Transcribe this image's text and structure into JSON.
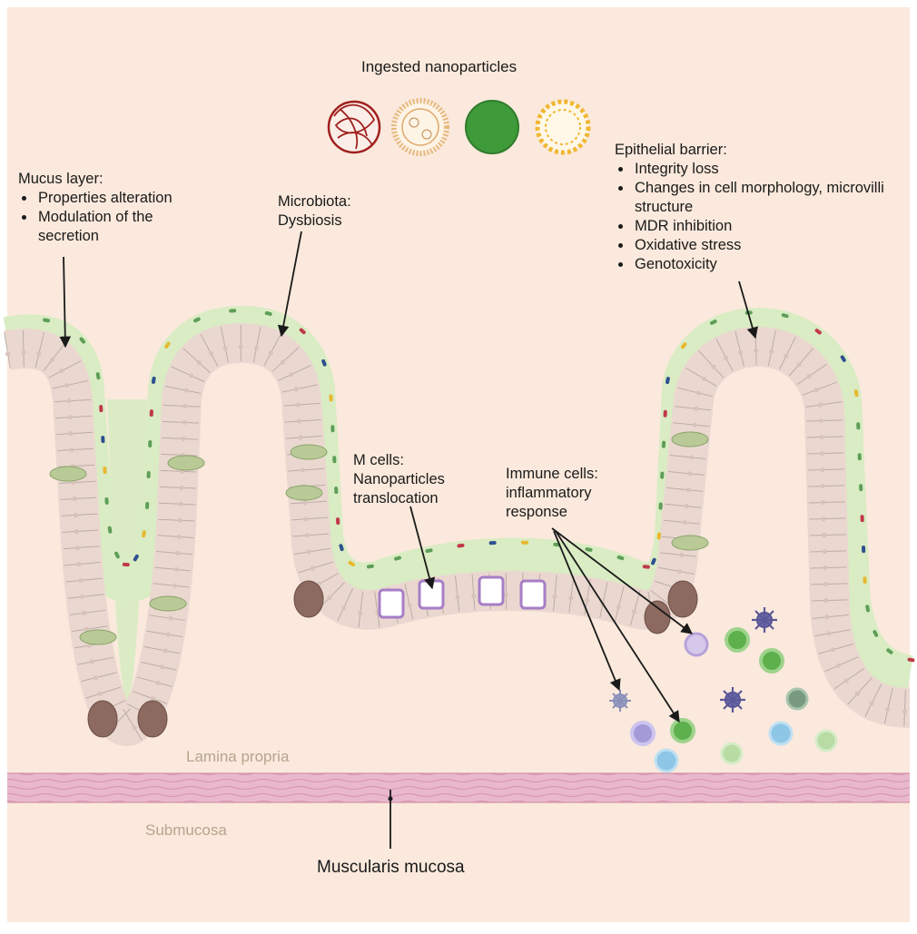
{
  "colors": {
    "background": "#fae9dc",
    "mucus": "#d9ecc3",
    "mucus_edge": "#9fc47e",
    "epithelium": "#ead8d0",
    "cell_border": "#a89a94",
    "nucleus": "#d8c3bb",
    "muscle": "#e9b9cb",
    "mcell": "#a77ec6",
    "goblet": "#b9ca97",
    "stem": "#8c6a60"
  },
  "nanoparticles": {
    "title": "Ingested nanoparticles",
    "types": [
      "polymeric-mesh",
      "liposome",
      "solid-green",
      "vesicle-ring"
    ]
  },
  "labels": {
    "mucus": {
      "title": "Mucus layer:",
      "items": [
        "Properties alteration",
        "Modulation of the secretion"
      ]
    },
    "microbiota": {
      "title": "Microbiota:",
      "subtitle": "Dysbiosis"
    },
    "epithelial": {
      "title": "Epithelial barrier:",
      "items": [
        "Integrity loss",
        "Changes in cell morphology, microvilli structure",
        "MDR inhibition",
        "Oxidative stress",
        "Genotoxicity"
      ]
    },
    "mcells": {
      "lines": [
        "M cells:",
        "Nanoparticles",
        "translocation"
      ]
    },
    "immune": {
      "lines": [
        "Immune cells:",
        "inflammatory",
        "response"
      ]
    },
    "lamina": "Lamina propria",
    "submucosa": "Submucosa",
    "muscularis": "Muscularis mucosa"
  }
}
